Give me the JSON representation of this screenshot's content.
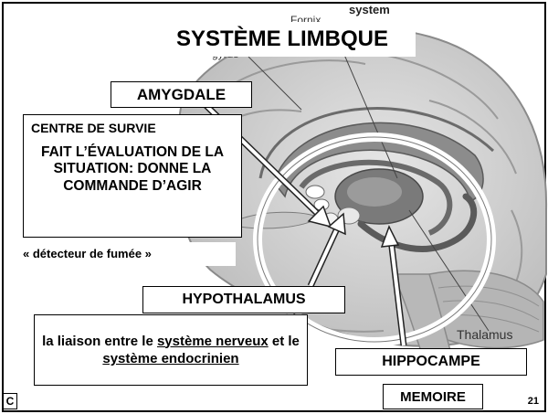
{
  "slide": {
    "title": "SYSTÈME LIMBQUE",
    "corner_letter": "C",
    "page_number": "21"
  },
  "background_labels": {
    "top_fragment": "Fornix",
    "top_word": "system",
    "gyrus_fragment": "gyrus",
    "thalamus": "Thalamus"
  },
  "amygdala": {
    "label": "AMYGDALE",
    "heading": "CENTRE DE SURVIE",
    "body": "FAIT L’ÉVALUATION DE LA SITUATION: DONNE LA COMMANDE D’AGIR",
    "nickname": "« détecteur de fumée »"
  },
  "hypothalamus": {
    "label": "HYPOTHALAMUS",
    "desc_part1": "la liaison entre le ",
    "desc_term1": "système nerveux",
    "desc_part2": " et le ",
    "desc_term2": "système endocrinien"
  },
  "hippocampus": {
    "label": "HIPPOCAMPE",
    "function": "MEMOIRE"
  },
  "colors": {
    "border": "#000000",
    "brain_light": "#dcdcdc",
    "brain_mid": "#a9a9a9",
    "brain_dark": "#5a5a5a",
    "arrow_fill": "#ffffff"
  }
}
